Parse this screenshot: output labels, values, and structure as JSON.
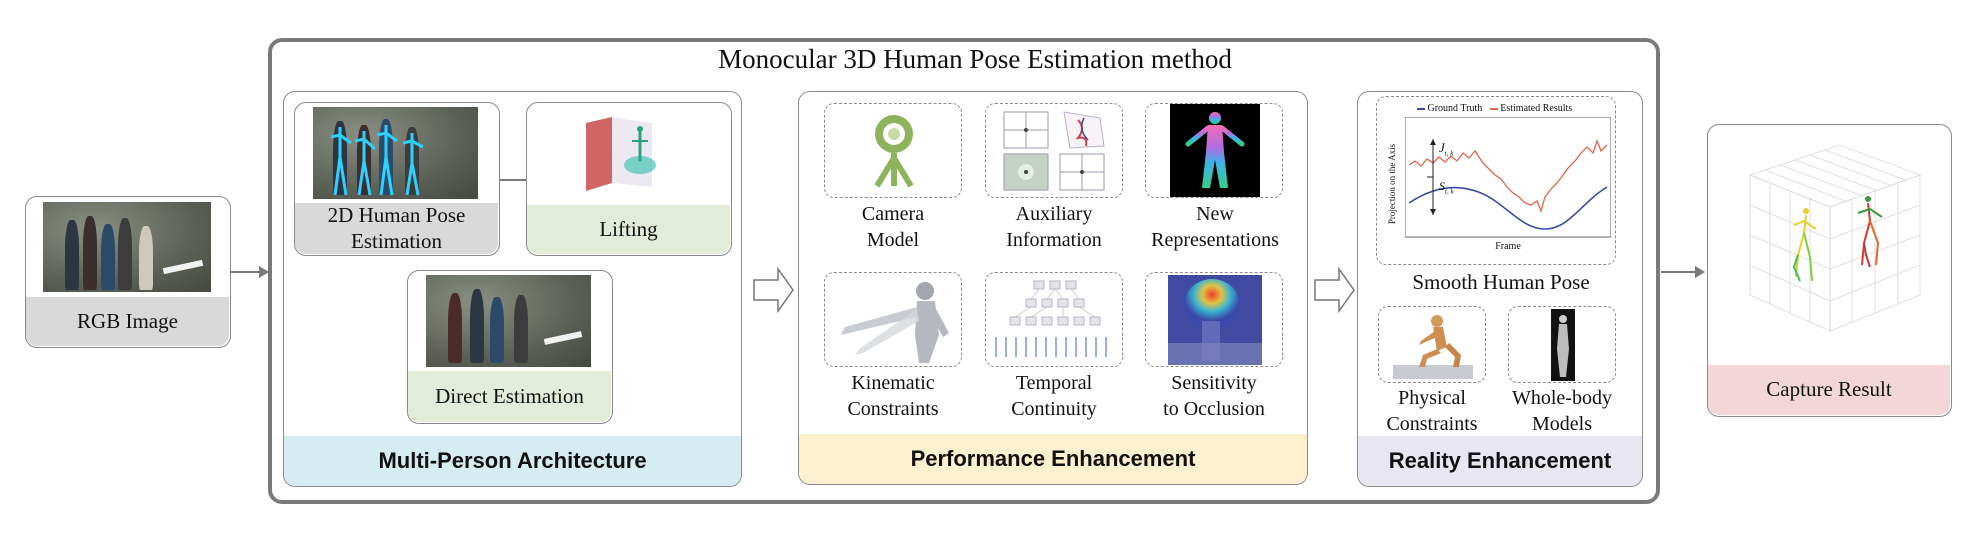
{
  "input": {
    "label": "RGB Image"
  },
  "output": {
    "label": "Capture Result"
  },
  "method": {
    "title": "Monocular 3D Human Pose Estimation method"
  },
  "multi_person": {
    "banner": "Multi-Person Architecture",
    "pose2d": {
      "label_line1": "2D Human Pose",
      "label_line2": "Estimation"
    },
    "lifting": {
      "label": "Lifting"
    },
    "direct": {
      "label": "Direct Estimation"
    }
  },
  "performance": {
    "banner": "Performance Enhancement",
    "items": [
      {
        "line1": "Camera",
        "line2": "Model",
        "icon": "camera-model-icon"
      },
      {
        "line1": "Auxiliary",
        "line2": "Information",
        "icon": "auxiliary-info-icon"
      },
      {
        "line1": "New",
        "line2": "Representations",
        "icon": "mesh-representation-icon"
      },
      {
        "line1": "Kinematic",
        "line2": "Constraints",
        "icon": "kinematic-figure-icon"
      },
      {
        "line1": "Temporal",
        "line2": "Continuity",
        "icon": "temporal-graph-icon"
      },
      {
        "line1": "Sensitivity",
        "line2": "to Occlusion",
        "icon": "occlusion-heatmap-icon"
      }
    ]
  },
  "reality": {
    "banner": "Reality Enhancement",
    "chart": {
      "legend_gt": "Ground Truth",
      "legend_est": "Estimated Results",
      "ylabel": "Projection on the Axis",
      "xlabel": "Frame",
      "annot_j": "J",
      "annot_j_sub": "t, k",
      "annot_s": "S",
      "annot_s_sub": "t, k"
    },
    "smooth_label": "Smooth Human Pose",
    "physical": {
      "line1": "Physical",
      "line2": "Constraints"
    },
    "wholebody": {
      "line1": "Whole-body",
      "line2": "Models"
    }
  },
  "colors": {
    "gray_caption": "#d9d9d9",
    "green_caption": "#e3ecd8",
    "blue_banner": "#d5ecf0",
    "yellow_banner": "#fdf0cf",
    "lavender_banner": "#e7e6f1",
    "pink_caption": "#f3d6d7",
    "camera_green": "#8db45c",
    "ground_truth": "#3b4aa6",
    "estimated": "#e2644a"
  }
}
